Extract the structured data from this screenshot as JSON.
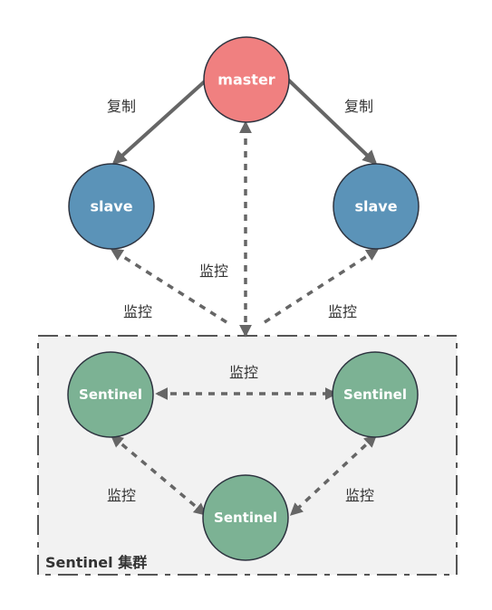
{
  "nodes": {
    "master": {
      "label": "master",
      "color": "#F08080"
    },
    "slave_left": {
      "label": "slave",
      "color": "#5B93B8"
    },
    "slave_right": {
      "label": "slave",
      "color": "#5B93B8"
    },
    "sentinel_left": {
      "label": "Sentinel",
      "color": "#7CB294"
    },
    "sentinel_right": {
      "label": "Sentinel",
      "color": "#7CB294"
    },
    "sentinel_bottom": {
      "label": "Sentinel",
      "color": "#7CB294"
    }
  },
  "edges": {
    "replicate_left": "复制",
    "replicate_right": "复制",
    "monitor_master": "监控",
    "monitor_slave_left": "监控",
    "monitor_slave_right": "监控",
    "monitor_sentinel_top": "监控",
    "monitor_sentinel_left": "监控",
    "monitor_sentinel_right": "监控"
  },
  "group": {
    "label": "Sentinel 集群",
    "fill": "#F2F2F2",
    "border": "#555555"
  },
  "colors": {
    "arrow": "#666666",
    "node_stroke": "#2E3440"
  }
}
